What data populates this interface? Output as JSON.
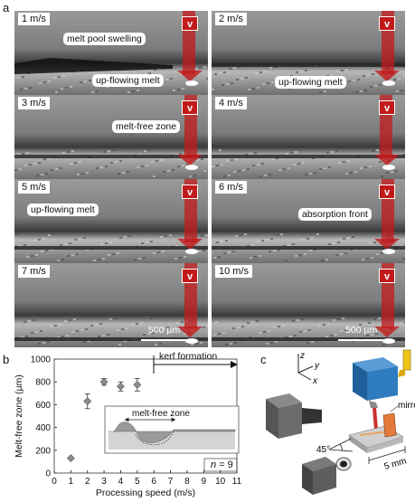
{
  "panels": {
    "a": "a",
    "b": "b",
    "c": "c"
  },
  "frames": [
    {
      "speed": "1 m/s",
      "callouts": [
        "melt pool swelling",
        "up-flowing melt"
      ],
      "scale_bar": ""
    },
    {
      "speed": "2 m/s",
      "callouts": [
        "up-flowing melt"
      ],
      "scale_bar": ""
    },
    {
      "speed": "3 m/s",
      "callouts": [
        "melt-free zone"
      ],
      "scale_bar": ""
    },
    {
      "speed": "4 m/s",
      "callouts": [],
      "scale_bar": ""
    },
    {
      "speed": "5 m/s",
      "callouts": [
        "up-flowing melt"
      ],
      "scale_bar": ""
    },
    {
      "speed": "6 m/s",
      "callouts": [
        "absorption front"
      ],
      "scale_bar": ""
    },
    {
      "speed": "7 m/s",
      "callouts": [],
      "scale_bar": "500 µm"
    },
    {
      "speed": "10 m/s",
      "callouts": [],
      "scale_bar": "500 µm"
    }
  ],
  "velocity_label": "v",
  "colors": {
    "arrow_red": "#c21a1a",
    "marker_gray": "#8c8c8c",
    "laser_blue": "#2f6fa8",
    "beam_yellow": "#f0c419"
  },
  "chart_data": {
    "type": "scatter",
    "x": [
      1,
      2,
      3,
      4,
      5
    ],
    "y": [
      130,
      630,
      800,
      760,
      775
    ],
    "y_err": [
      0,
      65,
      30,
      40,
      55
    ],
    "xlabel": "Processing speed (m/s)",
    "ylabel": "Melt-free zone (µm)",
    "xlim": [
      0,
      11
    ],
    "ylim": [
      0,
      1000
    ],
    "xticks": [
      0,
      1,
      2,
      3,
      4,
      5,
      6,
      7,
      8,
      9,
      10,
      11
    ],
    "yticks": [
      0,
      200,
      400,
      600,
      800,
      1000
    ],
    "grid": false,
    "annotations": {
      "kerf": "kerf formation",
      "inset": "melt-free zone",
      "n": "n = 9"
    }
  },
  "setup": {
    "axes": {
      "z": "z",
      "y": "y",
      "x": "x"
    },
    "mirror_label": "mirror",
    "angle_label": "45°",
    "length_label": "5 mm"
  }
}
